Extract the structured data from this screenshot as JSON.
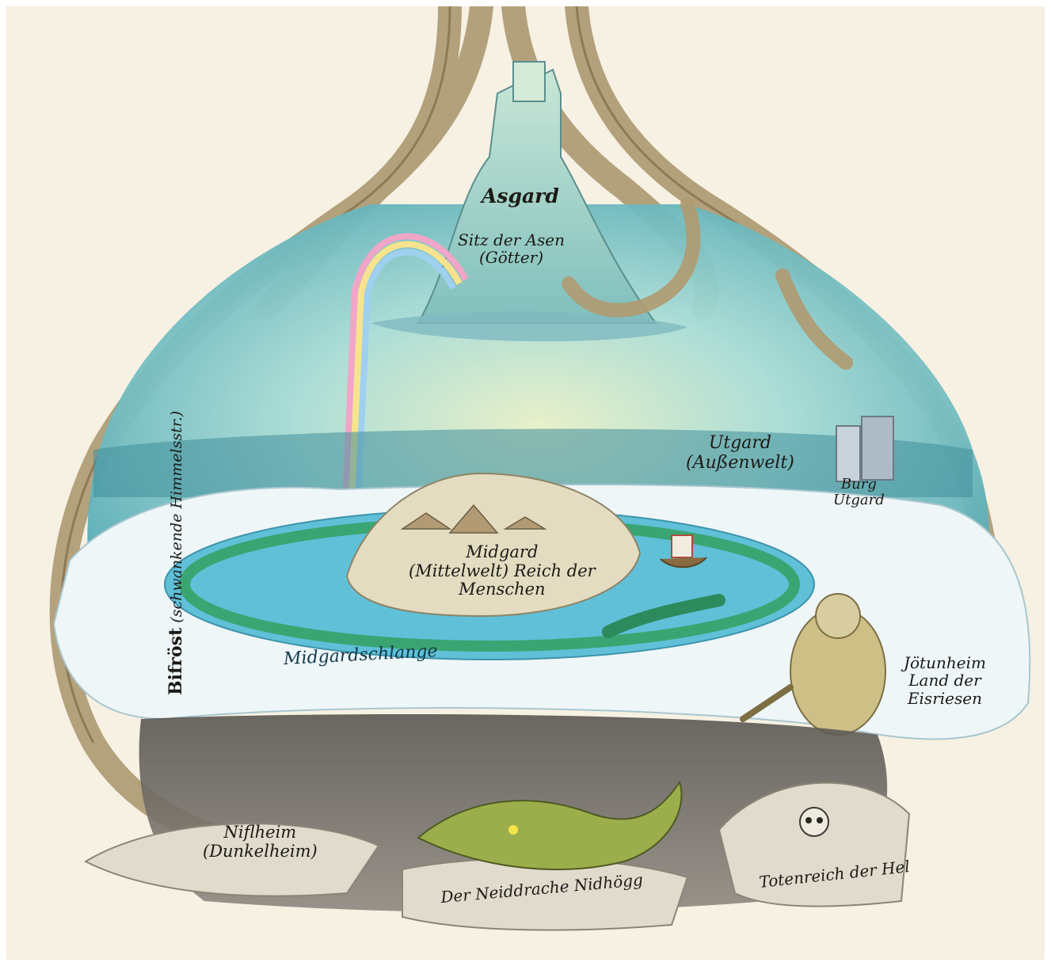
{
  "labels": {
    "asgard": "Asgard",
    "asgard_sub_1": "Sitz der Asen",
    "asgard_sub_2": "(Götter)",
    "bifrost_name": "Bifröst",
    "bifrost_sub": "(schwankende Himmelsstr.)",
    "utgard_1": "Utgard",
    "utgard_2": "(Außenwelt)",
    "burg_1": "Burg",
    "burg_2": "Utgard",
    "midgard_1": "Midgard",
    "midgard_2": "(Mittelwelt) Reich der",
    "midgard_3": "Menschen",
    "schlange": "Midgardschlange",
    "jotunheim_1": "Jötunheim",
    "jotunheim_2": "Land der",
    "jotunheim_3": "Eisriesen",
    "niflheim_1": "Niflheim",
    "niflheim_2": "(Dunkelheim)",
    "nidhogg": "Der Neiddrache Nidhögg",
    "totenreich": "Totenreich der Hel"
  },
  "colors": {
    "paper": "#f7f1e3",
    "sky": "#9fd4d2",
    "water": "#5fc0d8",
    "ice": "#eef6f8",
    "roots": "#b9a57e",
    "underworld": "#6e6a64",
    "serpent": "#3aa572"
  }
}
